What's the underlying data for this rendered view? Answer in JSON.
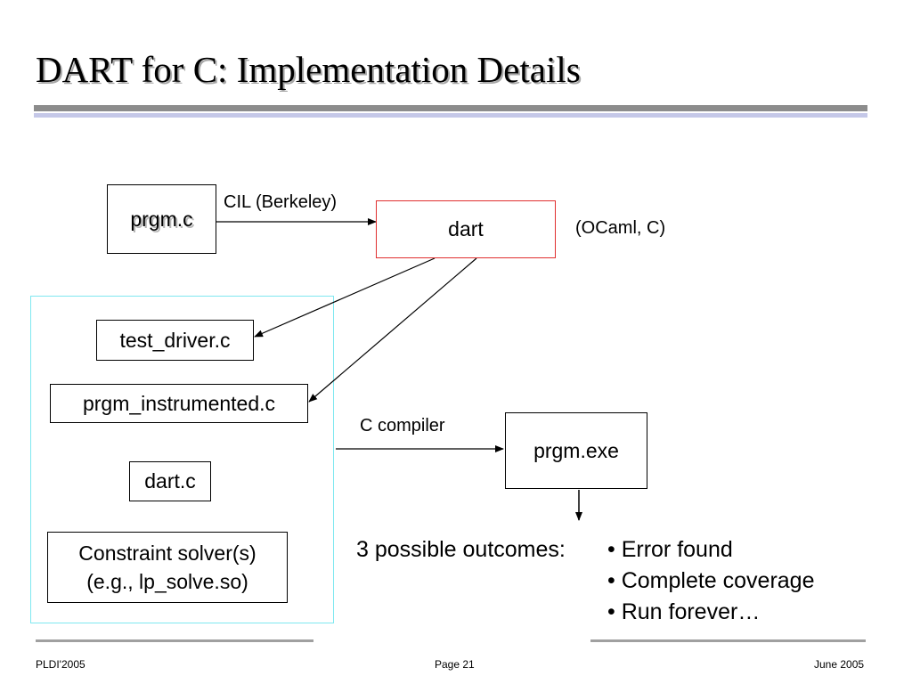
{
  "slide": {
    "title": "DART for C: Implementation Details"
  },
  "diagram": {
    "source_file": "prgm.c",
    "tool": "dart",
    "tool_languages": "(OCaml, C)",
    "edge_cil": "CIL (Berkeley)",
    "generated": {
      "test_driver": "test_driver.c",
      "instrumented": "prgm_instrumented.c",
      "runtime": "dart.c",
      "solver_line1": "Constraint solver(s)",
      "solver_line2": "(e.g., lp_solve.so)"
    },
    "edge_compiler": "C compiler",
    "executable": "prgm.exe",
    "outcomes_label": "3 possible outcomes:",
    "outcomes": [
      "• Error found",
      "• Complete coverage",
      "• Run forever…"
    ]
  },
  "footer": {
    "left": "PLDI'2005",
    "center": "Page 21",
    "right": "June 2005"
  },
  "colors": {
    "title_rule_gray": "#8c8c8c",
    "title_rule_lavender": "#c5c8e8",
    "dart_box_border": "#e03030",
    "group_border": "#7fe8f0",
    "footer_rule": "#a0a0a0"
  }
}
